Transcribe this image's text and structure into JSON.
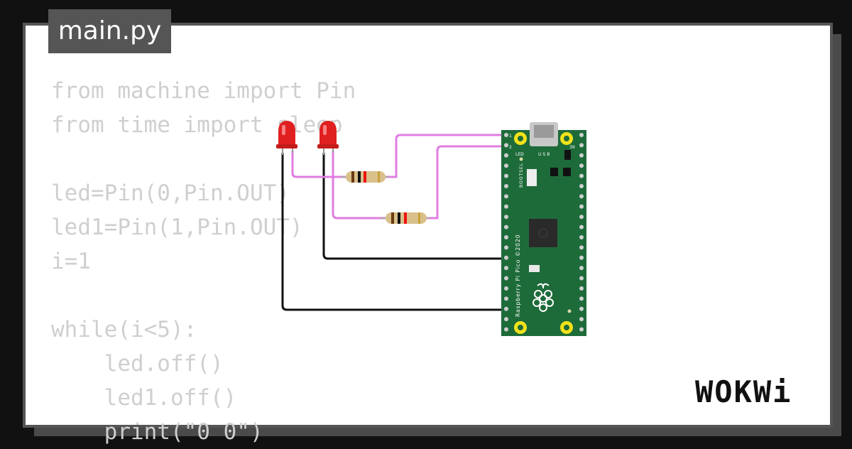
{
  "editor": {
    "filename": "main.py",
    "code_lines": [
      "from machine import Pin",
      "from time import sleep",
      "",
      "led=Pin(0,Pin.OUT)",
      "led1=Pin(1,Pin.OUT)",
      "i=1",
      "",
      "while(i<5):",
      "    led.off()",
      "    led1.off()",
      "    print(\"0 0\")"
    ]
  },
  "board": {
    "name": "Raspberry Pi Pico ©2020",
    "labels": {
      "led": "LED",
      "usb": "USB",
      "bootsel": "BOOTSEL",
      "pin_top_left_1": "1",
      "pin_top_left_2": "2",
      "pin_top_right": "39"
    },
    "color": "#1e6b3a"
  },
  "components": {
    "leds": [
      "led-0",
      "led-1"
    ],
    "resistors": [
      "resistor-0",
      "resistor-1"
    ],
    "led_color": "#e02020",
    "wire_signal_color": "#e07de0",
    "wire_ground_color": "#111111"
  },
  "brand": {
    "logo": "WOKWi"
  }
}
